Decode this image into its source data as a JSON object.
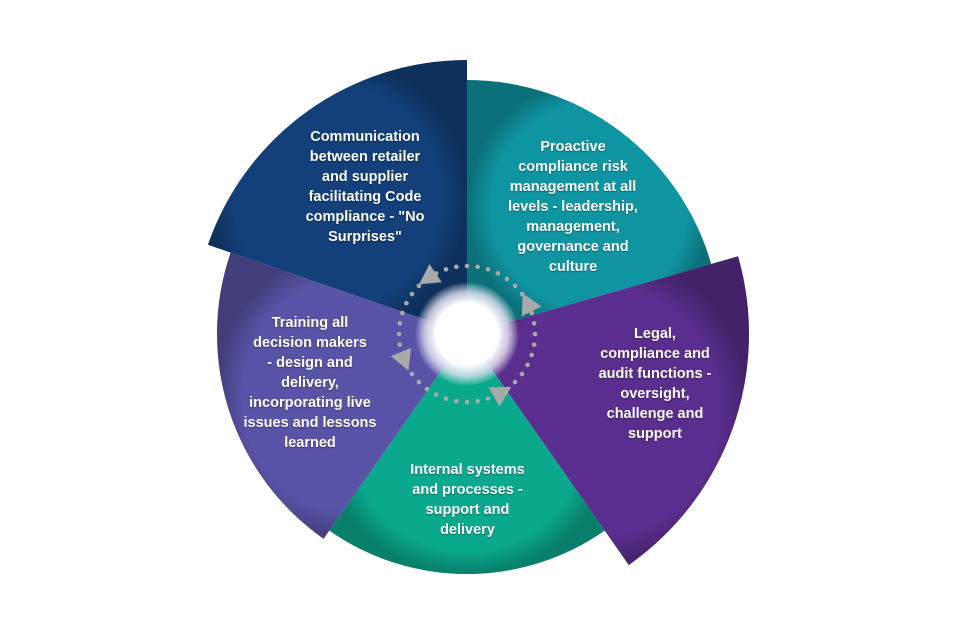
{
  "segments": [
    {
      "id": "communication",
      "color": "#13407a",
      "lines": [
        "Communication",
        "between retailer",
        "and supplier",
        "facilitating Code",
        "compliance - \"No",
        "Surprises\""
      ]
    },
    {
      "id": "proactive",
      "color": "#0f95a2",
      "lines": [
        "Proactive",
        "compliance risk",
        "management at all",
        "levels - leadership,",
        "management,",
        "governance and",
        "culture"
      ]
    },
    {
      "id": "legal",
      "color": "#5a2e8e",
      "lines": [
        "Legal,",
        "compliance and",
        "audit functions -",
        "oversight,",
        "challenge and",
        "support"
      ]
    },
    {
      "id": "internal",
      "color": "#0aa98d",
      "lines": [
        "Internal systems",
        "and processes -",
        "support and",
        "delivery"
      ]
    },
    {
      "id": "training",
      "color": "#5853a6",
      "lines": [
        "Training all",
        "decision makers",
        "- design and",
        "delivery,",
        "incorporating live",
        "issues and lessons",
        "learned"
      ]
    }
  ],
  "cycle_arrow_color": "#a9a9a9"
}
